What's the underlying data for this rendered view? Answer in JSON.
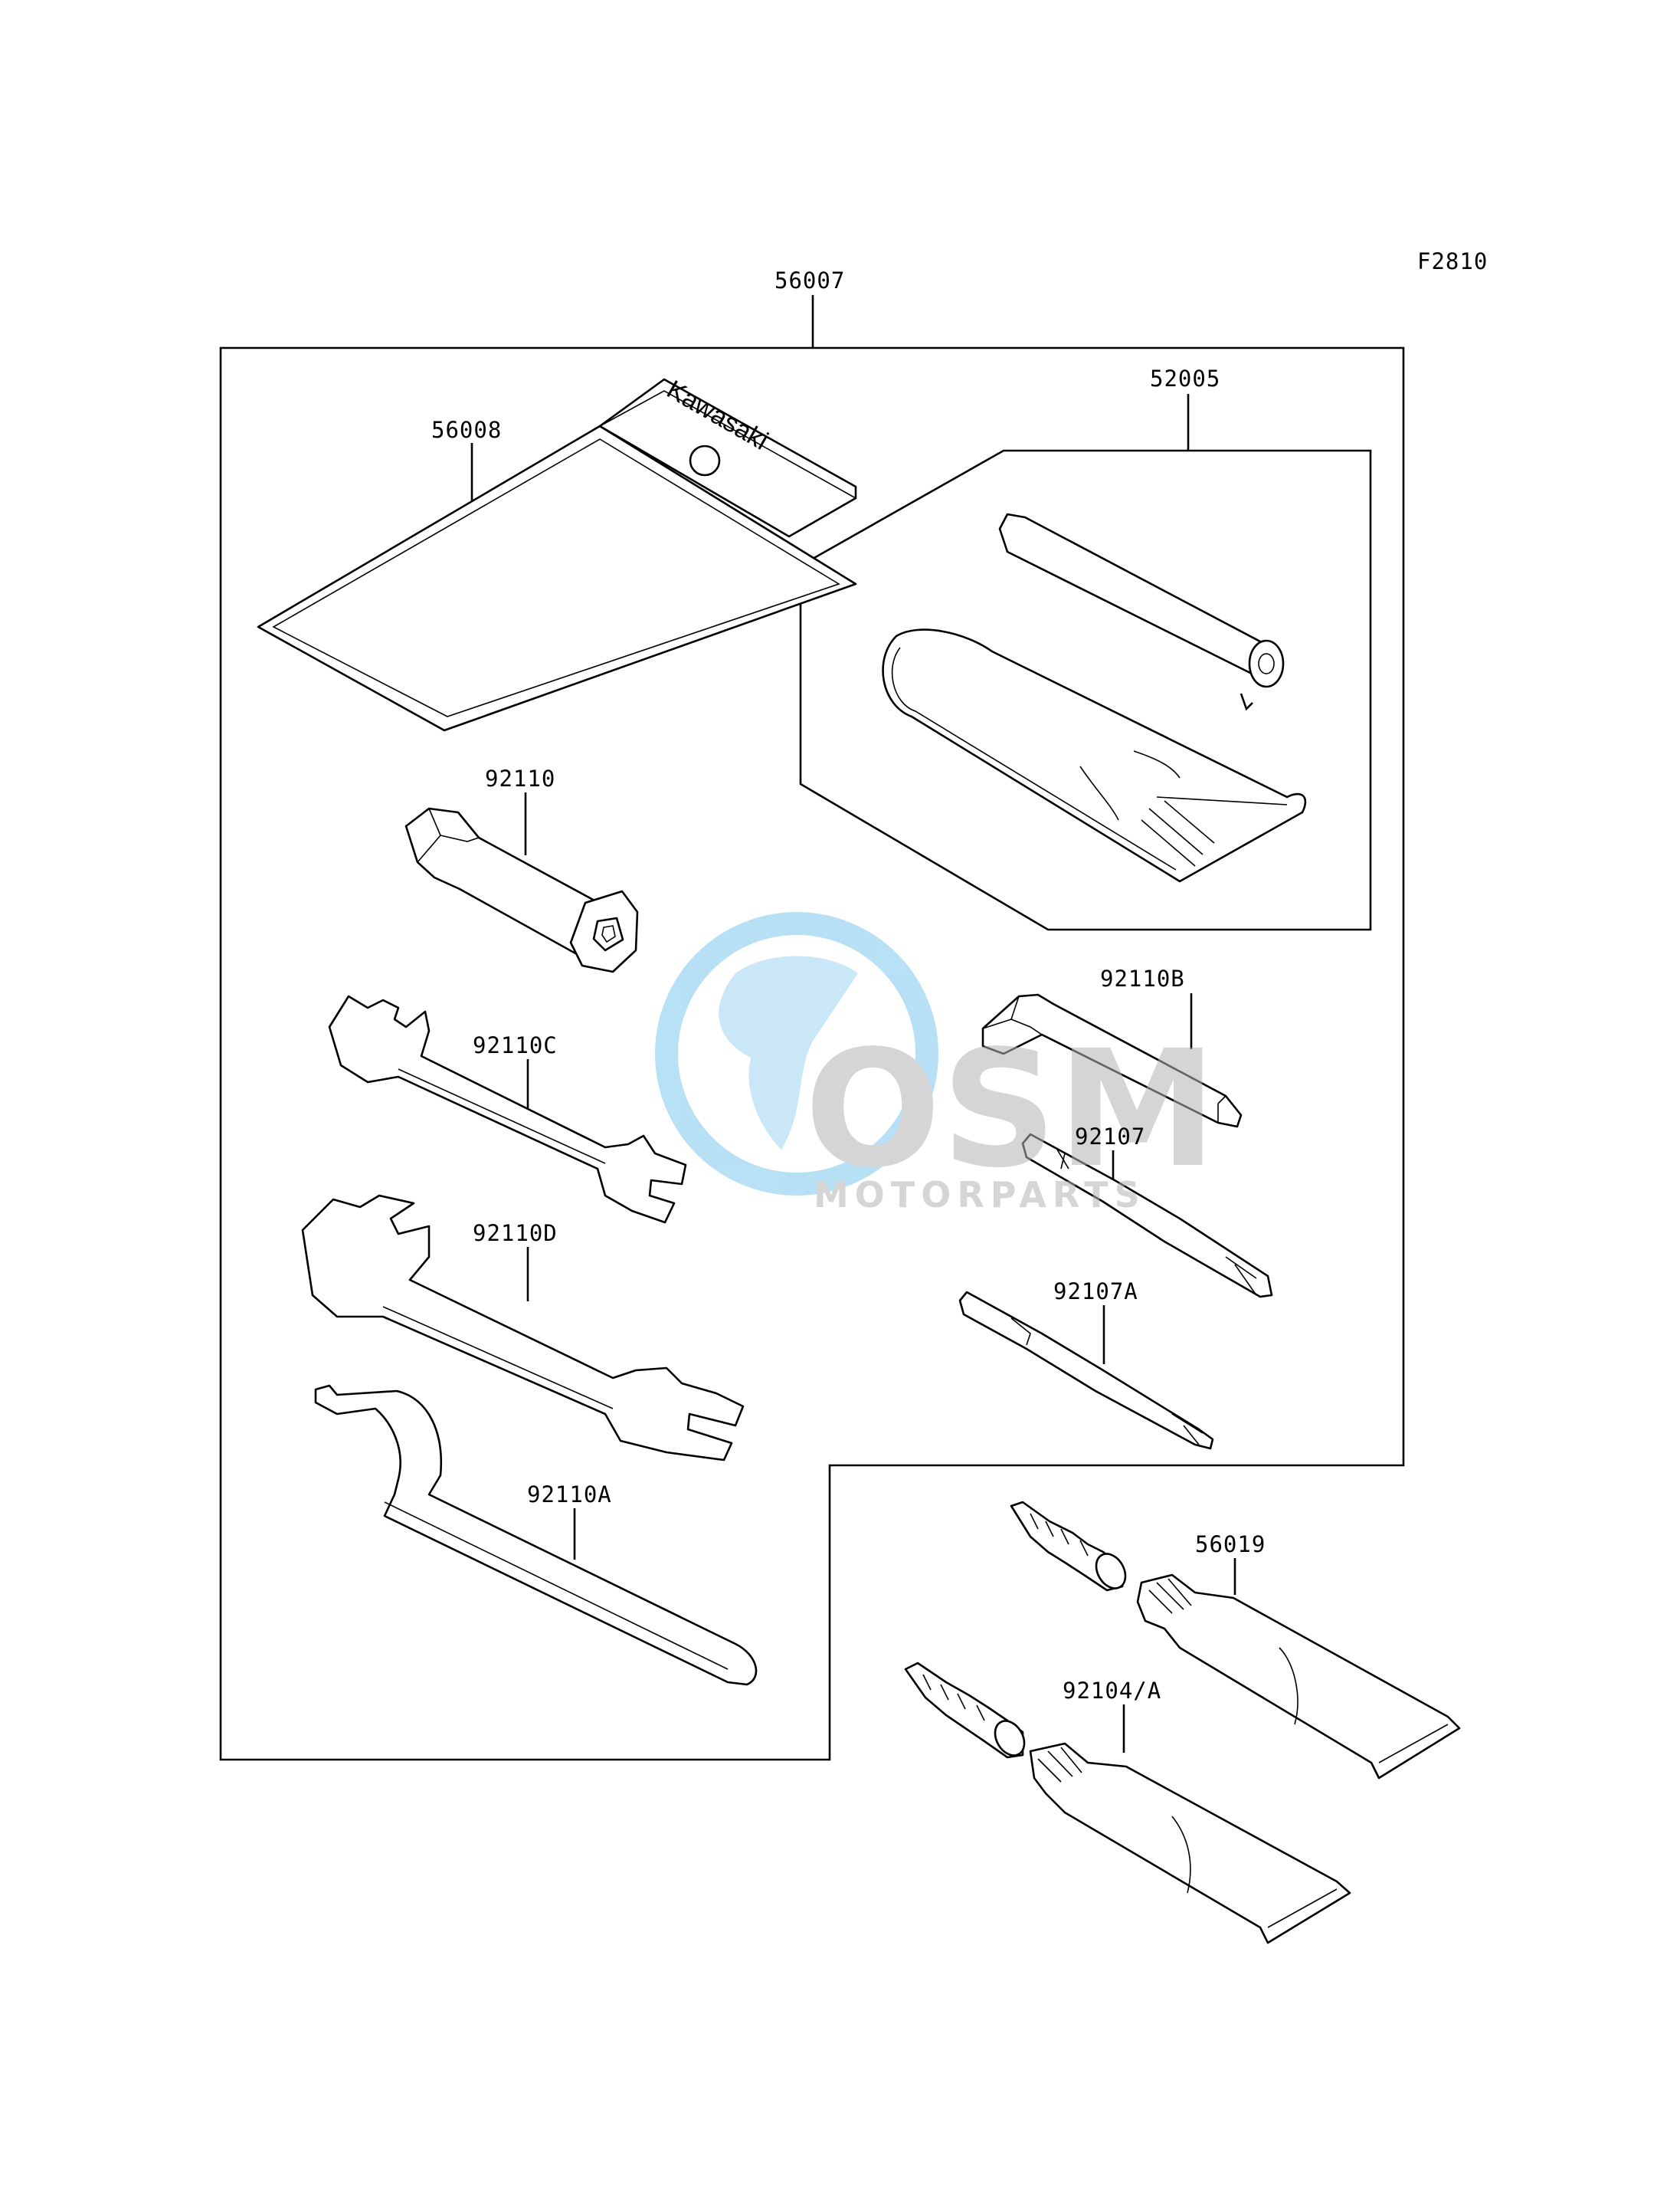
{
  "figure_id": "F2810",
  "brand_text": "Kawasaki",
  "watermark": {
    "logo_text": "OSM",
    "sub_text": "MOTORPARTS"
  },
  "parts": [
    {
      "id": "56007"
    },
    {
      "id": "56008"
    },
    {
      "id": "52005"
    },
    {
      "id": "92110"
    },
    {
      "id": "92110C"
    },
    {
      "id": "92110B"
    },
    {
      "id": "92107"
    },
    {
      "id": "92110D"
    },
    {
      "id": "92107A"
    },
    {
      "id": "92110A"
    },
    {
      "id": "56019"
    },
    {
      "id": "92104/A"
    }
  ],
  "colors": {
    "line": "#000000",
    "watermark_blue": "#7fc8ee",
    "watermark_grey": "#b4b4b4"
  }
}
